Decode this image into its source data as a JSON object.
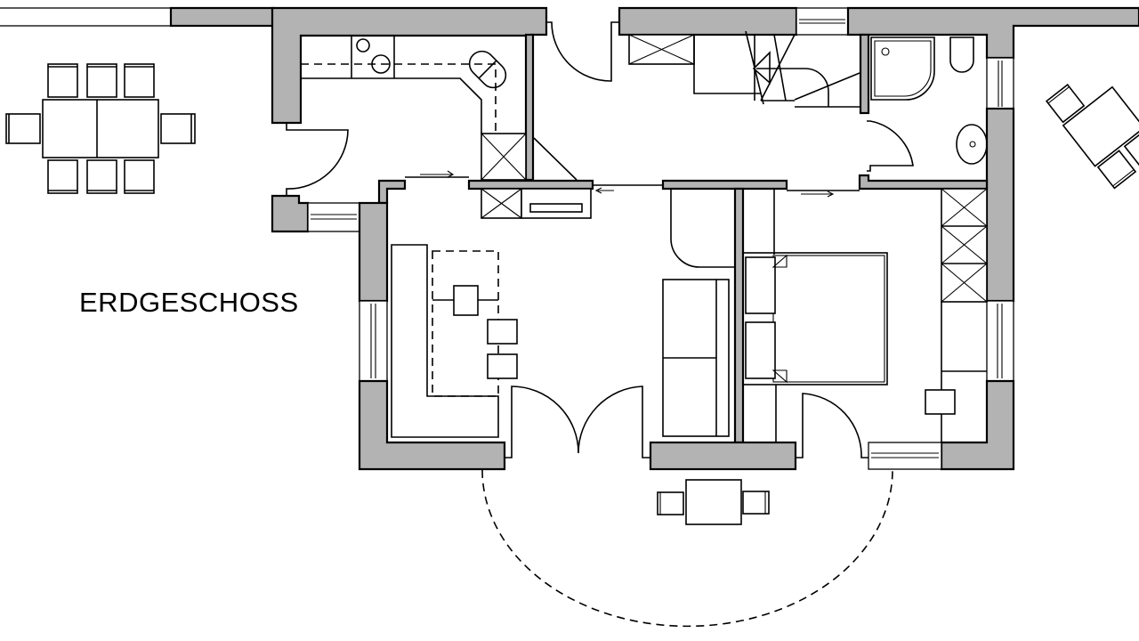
{
  "plan": {
    "title": "ERDGESCHOSS",
    "wall_color": "#b3b3b3",
    "line_color": "#000000",
    "background": "#ffffff"
  },
  "rooms": [
    {
      "id": "kitchen",
      "name": "kitchen"
    },
    {
      "id": "hallway",
      "name": "hallway-with-staircase"
    },
    {
      "id": "bathroom",
      "name": "bathroom"
    },
    {
      "id": "living",
      "name": "living-dining-room"
    },
    {
      "id": "bedroom",
      "name": "bedroom"
    },
    {
      "id": "terrace-west",
      "name": "west-terrace"
    },
    {
      "id": "terrace-south",
      "name": "south-terrace"
    },
    {
      "id": "terrace-east",
      "name": "east-terrace"
    }
  ],
  "furniture": {
    "west_dining_chairs": 8,
    "south_table_chairs": 2,
    "east_table_chairs_visible": 3,
    "island_stools": 3
  }
}
